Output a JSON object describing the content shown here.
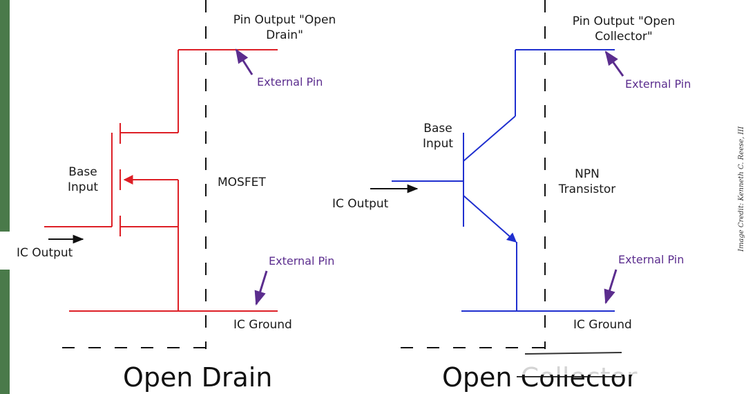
{
  "colors": {
    "open_drain": "#dd1f26",
    "open_collector": "#1f2fcf",
    "pin_label": "#5b2d8e",
    "text": "#1a1a1a"
  },
  "open_drain": {
    "pin_output": "Pin Output \"Open\nDrain\"",
    "external_pin_top": "External Pin",
    "external_pin_bottom": "External Pin",
    "base_input": "Base\nInput",
    "device": "MOSFET",
    "ic_output": "IC Output",
    "ic_ground": "IC Ground",
    "caption": "Open Drain"
  },
  "open_collector": {
    "pin_output": "Pin Output \"Open\nCollector\"",
    "external_pin_top": "External Pin",
    "external_pin_bottom": "External Pin",
    "base_input": "Base\nInput",
    "device": "NPN\nTransistor",
    "ic_output": "IC Output",
    "ic_ground": "IC Ground",
    "caption": "Open Collector"
  },
  "credit": "Image Credit: Kenneth C. Reese, III"
}
